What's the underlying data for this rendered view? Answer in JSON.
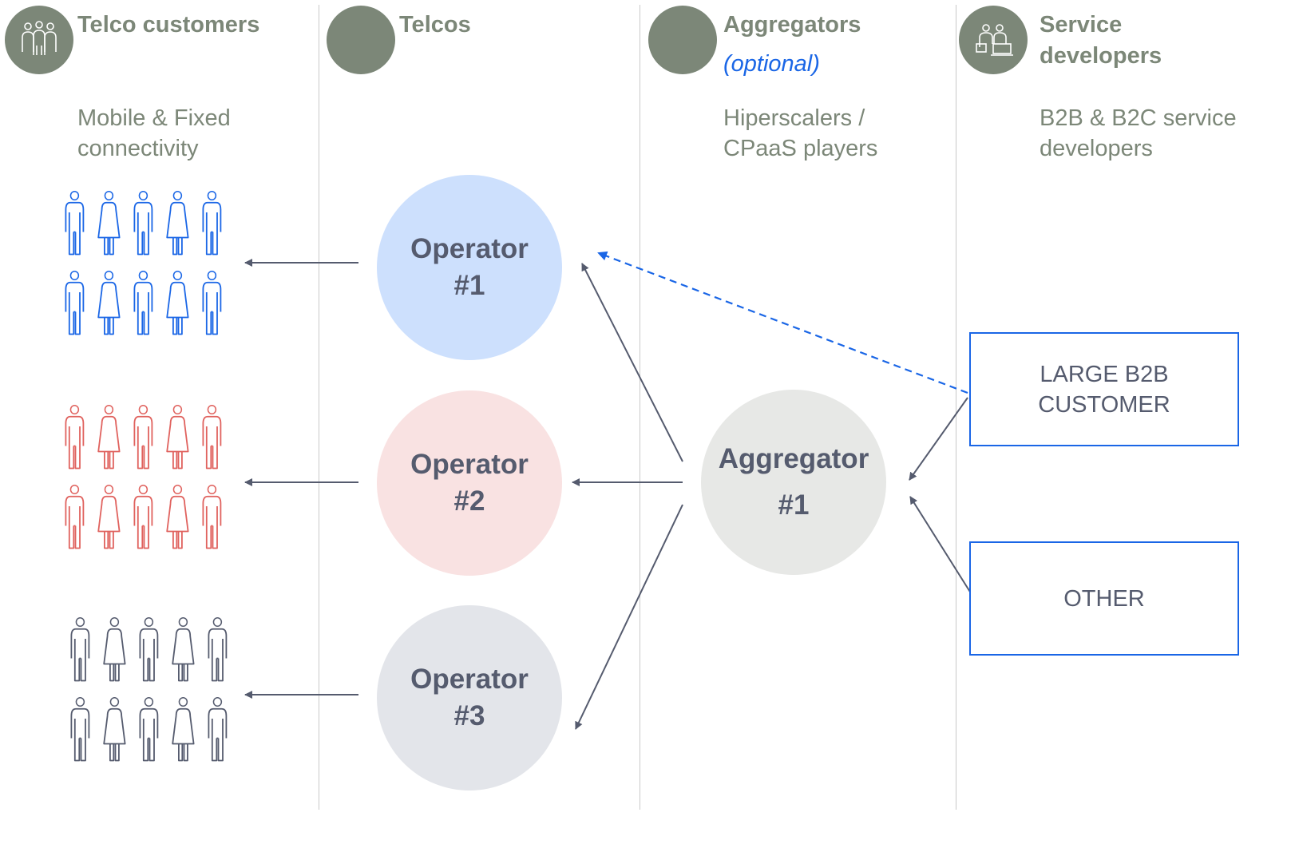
{
  "columns": [
    {
      "title": "Telco customers",
      "description": "Mobile & Fixed\nconnectivity"
    },
    {
      "title": "Telcos"
    },
    {
      "title": "Aggregators",
      "subtitle": "(optional)",
      "description": "Hiperscalers /\nCPaaS players"
    },
    {
      "title": "Service\ndevelopers",
      "description": "B2B & B2C service\ndevelopers"
    }
  ],
  "operators": [
    {
      "line1": "Operator",
      "line2": "#1",
      "fill": "#cde0fd"
    },
    {
      "line1": "Operator",
      "line2": "#2",
      "fill": "#f9e2e2"
    },
    {
      "line1": "Operator",
      "line2": "#3",
      "fill": "#e3e5ea"
    }
  ],
  "aggregator": {
    "line1": "Aggregator",
    "line2": "#1",
    "fill": "#e7e8e6"
  },
  "developers": [
    {
      "label": "LARGE B2B\nCUSTOMER"
    },
    {
      "label": "OTHER"
    }
  ],
  "customer_groups": [
    {
      "color": "#1a66e6"
    },
    {
      "color": "#e0625e"
    },
    {
      "color": "#555b6e"
    }
  ],
  "colors": {
    "header_circle": "#7c8778",
    "header_text": "#7c8778",
    "optional_text": "#1a66e6",
    "arrow": "#555b6e",
    "dashed_arrow": "#1a66e6",
    "box_border": "#1a66e6",
    "divider": "#c9c9c9"
  },
  "icons": [
    "people-group-icon",
    "developers-icon"
  ]
}
